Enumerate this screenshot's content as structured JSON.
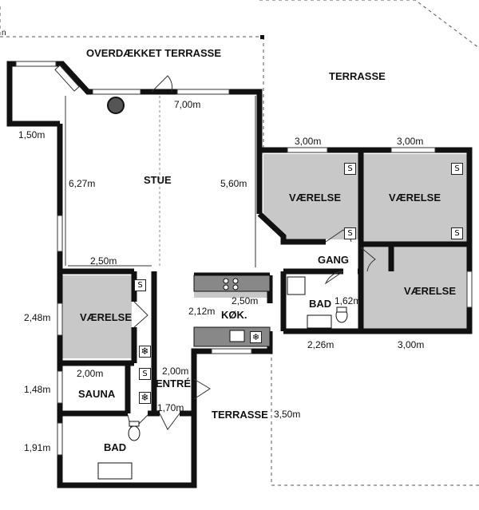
{
  "rooms": {
    "covered_terrace": "OVERDÆKKET TERRASSE",
    "terrace_top": "TERRASSE",
    "terrace_bottom": "TERRASSE",
    "living": "STUE",
    "bedroom_1": "VÆRELSE",
    "bedroom_2": "VÆRELSE",
    "bedroom_3": "VÆRELSE",
    "bedroom_4": "VÆRELSE",
    "hall": "GANG",
    "kitchen": "KØK.",
    "bath_1": "BAD",
    "bath_2": "BAD",
    "sauna": "SAUNA",
    "entry": "ENTRÉ"
  },
  "dimensions": {
    "living_width": "7,00m",
    "west_wing": "1,50m",
    "living_depth_left": "6,27m",
    "living_depth_right": "5,60m",
    "living_inner": "2,50m",
    "bed1_width": "3,00m",
    "bed2_width": "3,00m",
    "bed4_width": "3,00m",
    "bedroom_height": "2,48m",
    "sauna_width": "2,00m",
    "sauna_height": "1,48m",
    "bath_height": "1,91m",
    "entry_width": "2,00m",
    "entry_inner": "1,70m",
    "kitchen_width": "2,50m",
    "kitchen_height": "2,12m",
    "bath_width": "1,62m",
    "bath_lower": "2,26m",
    "terrace_depth": "3,50m"
  },
  "corner_mark": "n",
  "symbols": {
    "s": "S",
    "appliance": "freezer-icon"
  },
  "colors": {
    "wall": "#111111",
    "room_gray": "#c8c8c8",
    "floor": "#ffffff",
    "counter": "#777777"
  }
}
